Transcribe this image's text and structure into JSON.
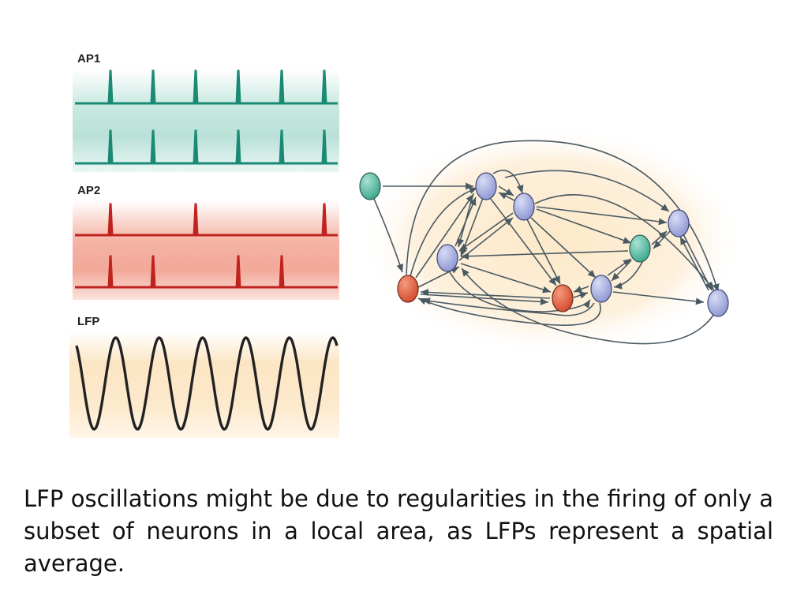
{
  "panels": {
    "ap1": {
      "label": "AP1",
      "color": "#1a8a74",
      "rows": [
        {
          "spike_times": [
            1,
            2,
            3,
            4,
            5,
            6
          ]
        },
        {
          "spike_times": [
            1,
            2,
            3,
            4,
            5,
            6
          ]
        }
      ]
    },
    "ap2": {
      "label": "AP2",
      "color": "#c0231f",
      "rows": [
        {
          "spike_times": [
            1,
            3,
            6
          ]
        },
        {
          "spike_times": [
            1,
            2,
            4,
            5
          ]
        }
      ]
    },
    "lfp": {
      "label": "LFP",
      "color": "#222222",
      "cycles": 6
    }
  },
  "network": {
    "node_colors": {
      "teal": "#4fb8a0",
      "red": "#e0573a",
      "blue": "#9aa2d8"
    },
    "nodes": [
      {
        "id": "n-teal-left",
        "type": "teal"
      },
      {
        "id": "n-blue-top",
        "type": "blue"
      },
      {
        "id": "n-blue-mid",
        "type": "blue"
      },
      {
        "id": "n-blue-left",
        "type": "blue"
      },
      {
        "id": "n-red-left",
        "type": "red"
      },
      {
        "id": "n-red-center",
        "type": "red"
      },
      {
        "id": "n-blue-lower",
        "type": "blue"
      },
      {
        "id": "n-teal-right",
        "type": "teal"
      },
      {
        "id": "n-blue-right-top",
        "type": "blue"
      },
      {
        "id": "n-blue-right-bottom",
        "type": "blue"
      }
    ]
  },
  "caption": "LFP oscillations might be due to regularities in the firing of only a subset of neurons in a local area, as LFPs represent a spatial average."
}
